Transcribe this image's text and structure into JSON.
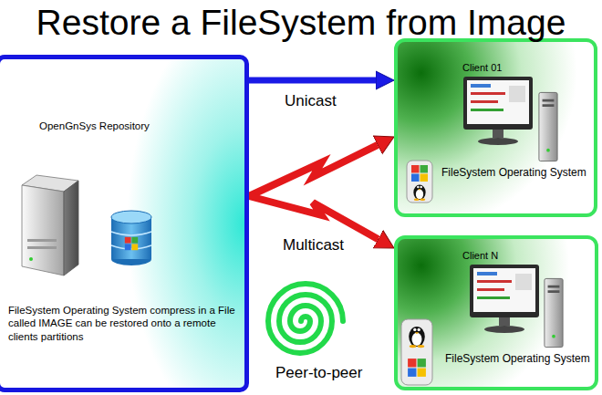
{
  "diagram": {
    "title": "Restore a FileSystem from Image",
    "nodes": [
      {
        "text": [
          "OpenGnSys Repository",
          "FileSystem Operating System compress in a File called IMAGE can be restored onto a remote clients partitions"
        ]
      },
      {
        "text": [
          "Client 01",
          "FileSystem Operating System"
        ]
      },
      {
        "text": [
          "Client N",
          "FileSystem Operating System"
        ]
      }
    ],
    "edges": [
      {
        "from": 0,
        "to": 1,
        "arrow": "to",
        "label": "Unicast"
      },
      {
        "from": 0,
        "to": 1,
        "arrow": "to"
      },
      {
        "from": 0,
        "to": 2,
        "arrow": "to",
        "label": "Multicast"
      }
    ],
    "labels": [
      "Peer-to-peer"
    ]
  }
}
